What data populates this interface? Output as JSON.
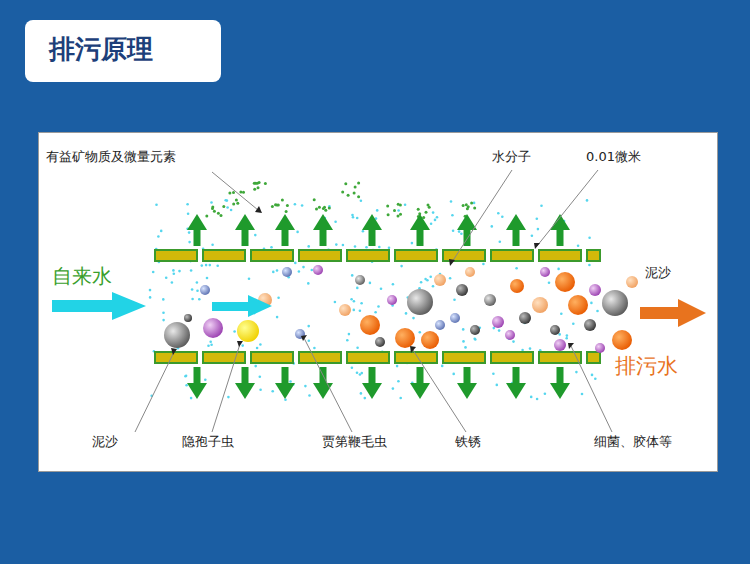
{
  "diagram": {
    "title": "排污原理",
    "labels": [
      "有益矿物质及微量元素",
      "水分子",
      "0.01微米",
      "自来水",
      "泥沙",
      "排污水",
      "泥沙",
      "隐孢子虫",
      "贾第鞭毛虫",
      "铁锈",
      "细菌、胶体等"
    ]
  }
}
